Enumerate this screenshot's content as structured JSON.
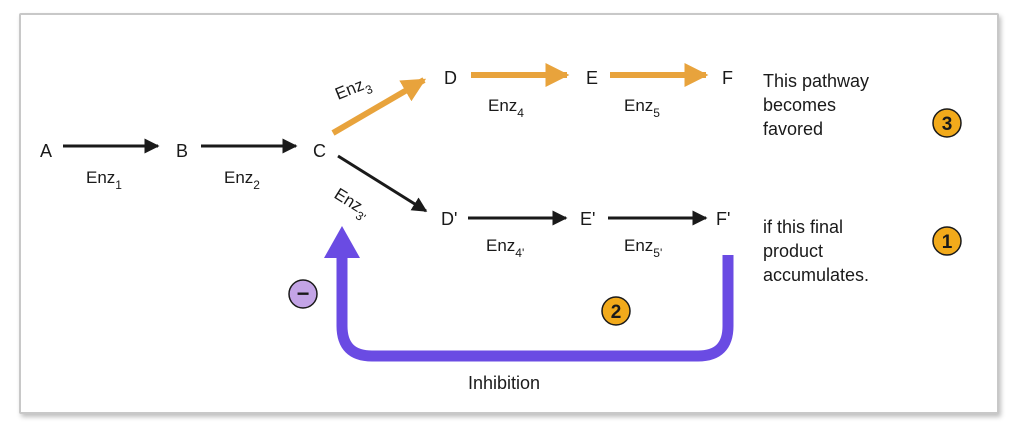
{
  "nodes": {
    "a": "A",
    "b": "B",
    "c": "C",
    "d": "D",
    "e": "E",
    "f": "F",
    "dp": "D'",
    "ep": "E'",
    "fp": "F'"
  },
  "enzymes": {
    "enz1": {
      "base": "Enz",
      "sub": "1"
    },
    "enz2": {
      "base": "Enz",
      "sub": "2"
    },
    "enz3": {
      "base": "Enz",
      "sub": "3"
    },
    "enz4": {
      "base": "Enz",
      "sub": "4"
    },
    "enz5": {
      "base": "Enz",
      "sub": "5"
    },
    "enz3p": {
      "base": "Enz",
      "sub": "3'"
    },
    "enz4p": {
      "base": "Enz",
      "sub": "4'"
    },
    "enz5p": {
      "base": "Enz",
      "sub": "5'"
    }
  },
  "notes": {
    "favored": [
      "This pathway",
      "becomes",
      "favored"
    ],
    "accumulates": [
      "if this final",
      "product",
      "accumulates."
    ]
  },
  "badges": {
    "one": "1",
    "two": "2",
    "three": "3"
  },
  "inhibition": {
    "label": "Inhibition",
    "sign": "−"
  },
  "colors": {
    "orange": "#e8a33c",
    "black": "#1a1a1a",
    "purple": "#6a4be3",
    "badge": "#f2aa1b",
    "minus_bg": "#c3a4e6"
  }
}
